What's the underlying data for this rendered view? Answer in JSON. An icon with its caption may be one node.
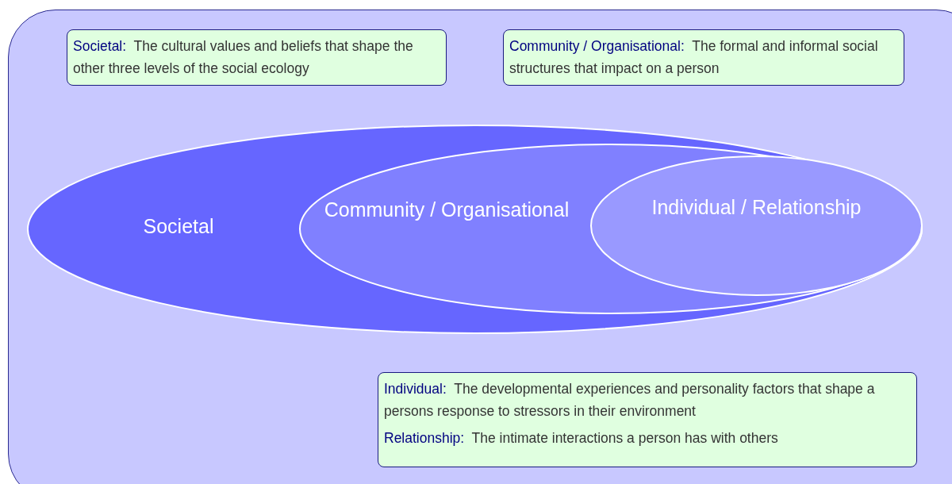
{
  "diagram": {
    "nodes": [
      {
        "text": [
          "Societal:",
          "The cultural values and beliefs that shape the other three levels of the social ecology"
        ]
      },
      {
        "text": [
          "Community / Organisational:",
          "The formal and informal social structures that impact on a person"
        ]
      },
      {
        "text": [
          "Societal"
        ]
      },
      {
        "text": [
          "Community / Organisational"
        ],
        "in": 2
      },
      {
        "text": [
          "Individual / Relationship"
        ],
        "in": 3
      },
      {
        "text": [
          "Individual:",
          "The developmental experiences and personality factors that shape a persons response to stressors in their environment",
          "Relationship:",
          "The intimate interactions a person has with others"
        ]
      }
    ],
    "edges": []
  }
}
